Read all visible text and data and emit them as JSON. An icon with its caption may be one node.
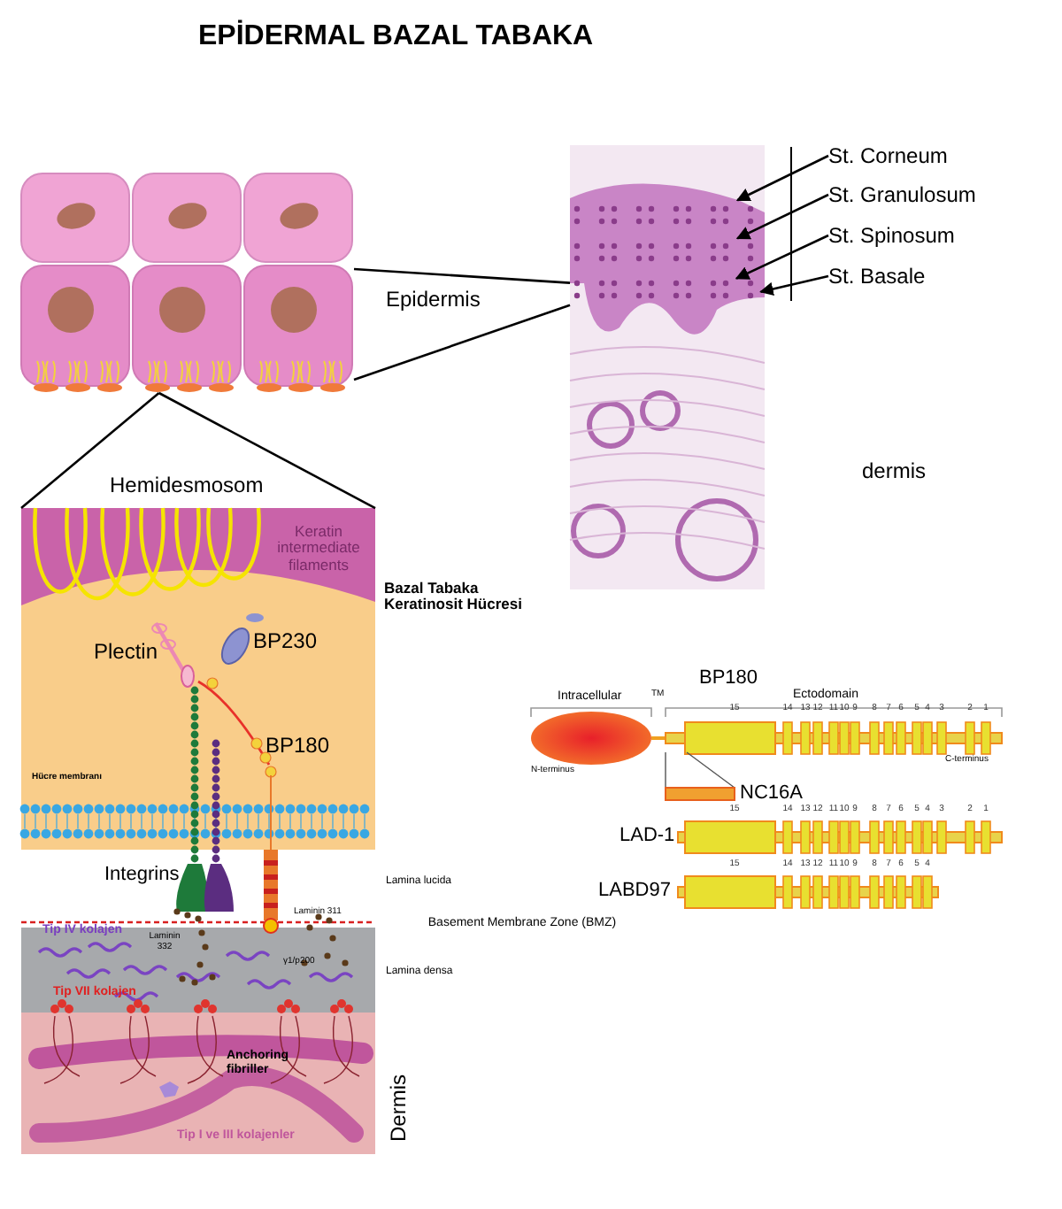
{
  "diagram": {
    "title": "EPİDERMAL BAZAL TABAKA",
    "nodes": [
      {
        "text": [],
        "shape": "picture"
      },
      {
        "text": [],
        "shape": "picture"
      },
      {
        "text": [
          "St. Corneum"
        ]
      },
      {
        "text": [
          "St. Granulosum"
        ]
      },
      {
        "text": [
          "St. Spinosum"
        ]
      },
      {
        "text": [
          "St. Basale"
        ]
      },
      {
        "text": [
          "Hemidesmosom"
        ]
      }
    ],
    "edges": [
      {
        "from": 0,
        "to": 1,
        "arrow": "none"
      },
      {
        "from": 0,
        "to": 1,
        "arrow": "none"
      },
      {
        "from": 2,
        "to": 1,
        "arrow": "to"
      },
      {
        "from": 3,
        "to": 1,
        "arrow": "to"
      },
      {
        "from": 4,
        "to": 1,
        "arrow": "to"
      },
      {
        "from": 5,
        "to": 1,
        "arrow": "to"
      },
      {
        "from": 0,
        "to": 6,
        "arrow": "none"
      },
      {
        "from": 0,
        "to": 6,
        "arrow": "none"
      }
    ],
    "labels": [
      "Epidermis",
      "dermis",
      "Keratin intermediate filaments",
      "Bazal Tabaka Keratinosit Hücresi",
      "Plectin",
      "BP230",
      "BP180",
      "Hücre membranı",
      "Integrins",
      "Lamina lucida",
      "Laminin 311",
      "Basement Membrane Zone (BMZ)",
      "Tip IV kolajen",
      "Laminin 332",
      "γ1/p200",
      "Lamina densa",
      "Tip VII kolajen",
      "Anchoring fibriller",
      "Dermis",
      "Tip I ve III kolajenler",
      "BP180",
      "Intracellular",
      "TM",
      "Ectodomain",
      "15",
      "14",
      "13",
      "12",
      "11",
      "10",
      "9",
      "8",
      "7",
      "6",
      "5",
      "4",
      "3",
      "2",
      "1",
      "N-terminus",
      "C-terminus",
      "NC16A",
      "15",
      "14",
      "13",
      "12",
      "11",
      "10",
      "9",
      "8",
      "7",
      "6",
      "5",
      "4",
      "3",
      "2",
      "1",
      "LAD-1",
      "15",
      "14",
      "13",
      "12",
      "11",
      "10",
      "9",
      "8",
      "7",
      "6",
      "5",
      "4",
      "LABD97"
    ]
  }
}
